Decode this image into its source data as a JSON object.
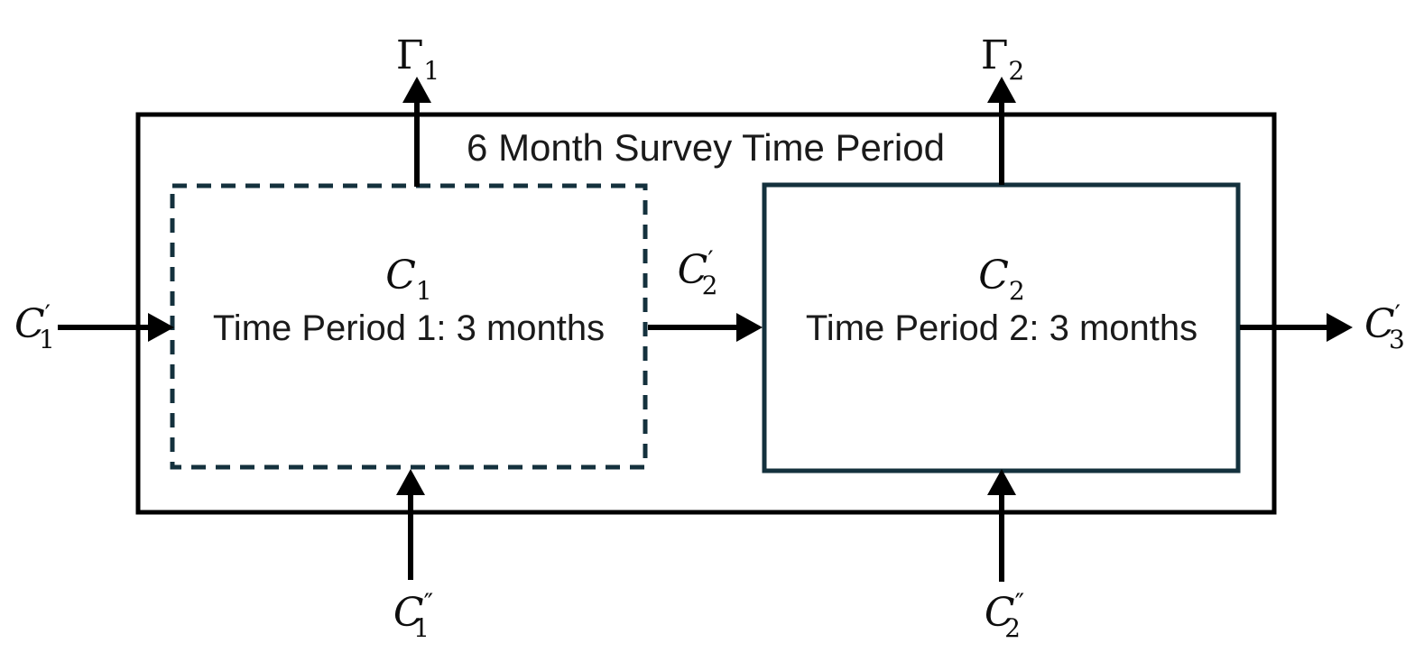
{
  "diagram": {
    "title": "6 Month Survey Time Period",
    "colors": {
      "outer_border": "#000000",
      "inner_box_accent": "#14313d",
      "arrow": "#000000",
      "text": "#1a1a1a",
      "background": "#ffffff"
    },
    "boxes": {
      "period1": {
        "symbol": {
          "base": "C",
          "sub": "1"
        },
        "label": "Time Period 1: 3 months",
        "border_style": "dashed"
      },
      "period2": {
        "symbol": {
          "base": "C",
          "sub": "2"
        },
        "label": "Time Period 2: 3 months",
        "border_style": "solid"
      }
    },
    "flows": {
      "gamma1": {
        "base": "Γ",
        "sub": "1",
        "direction": "up-out-of-period1"
      },
      "gamma2": {
        "base": "Γ",
        "sub": "2",
        "direction": "up-out-of-period2"
      },
      "c1_in": {
        "base": "C",
        "sup": "′",
        "sub": "1",
        "direction": "into-period1"
      },
      "c2_mid": {
        "base": "C",
        "sup": "′",
        "sub": "2",
        "direction": "period1-to-period2"
      },
      "c3_out": {
        "base": "C",
        "sup": "′",
        "sub": "3",
        "direction": "out-of-period2"
      },
      "c1_bottom": {
        "base": "C",
        "sup": "″",
        "sub": "1",
        "direction": "up-into-period1"
      },
      "c2_bottom": {
        "base": "C",
        "sup": "″",
        "sub": "2",
        "direction": "up-into-period2"
      }
    }
  }
}
